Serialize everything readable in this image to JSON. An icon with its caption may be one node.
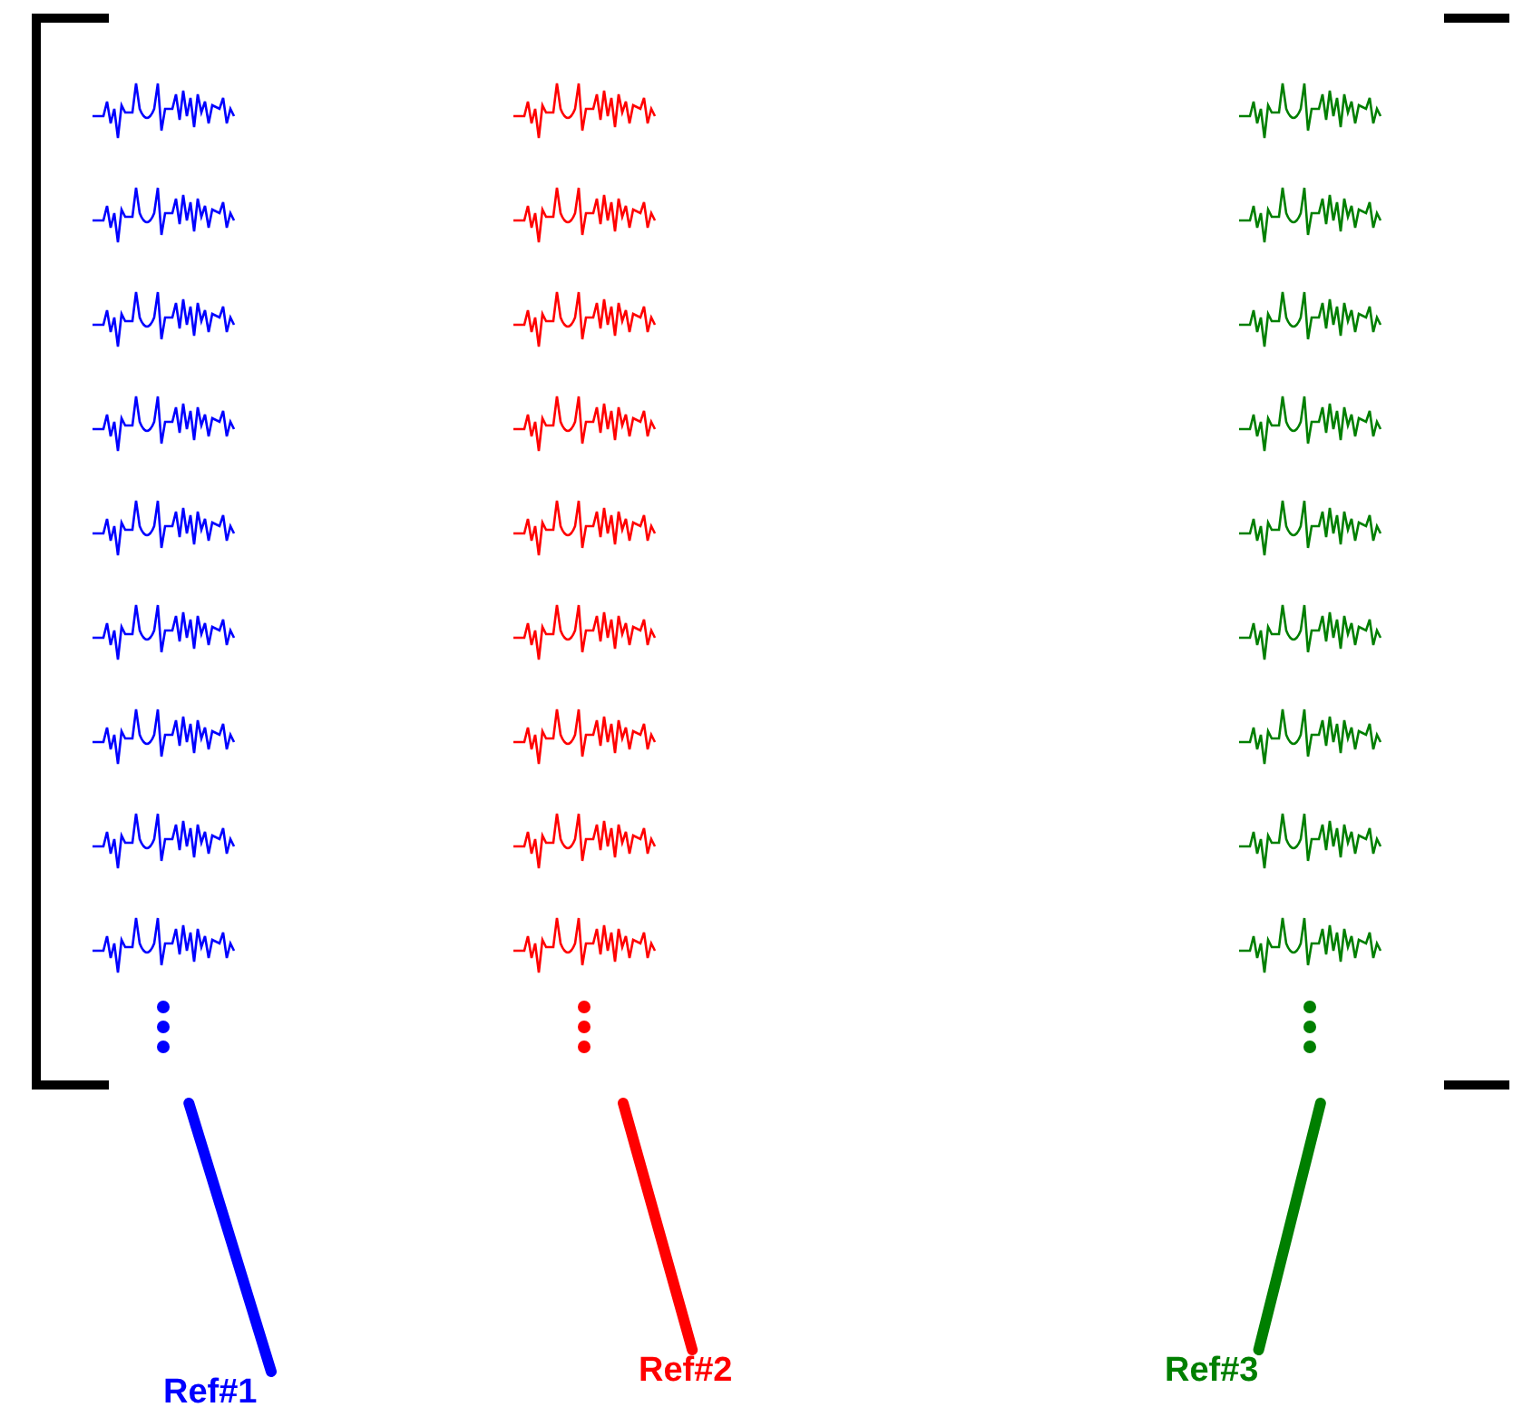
{
  "diagram": {
    "nodes": [
      {
        "text": [],
        "shape": "picture"
      },
      {
        "text": [],
        "shape": "picture"
      },
      {
        "text": [],
        "shape": "picture"
      },
      {
        "text": [
          "Ref#1"
        ]
      },
      {
        "text": [
          "Ref#2"
        ]
      },
      {
        "text": [
          "Ref#3"
        ]
      }
    ],
    "edges": [
      {
        "from": 3,
        "to": 0,
        "arrow": "none",
        "color": "#0000ff"
      },
      {
        "from": 4,
        "to": 1,
        "arrow": "none",
        "color": "#ff0000"
      },
      {
        "from": 5,
        "to": 2,
        "arrow": "none",
        "color": "#007f00"
      }
    ]
  }
}
